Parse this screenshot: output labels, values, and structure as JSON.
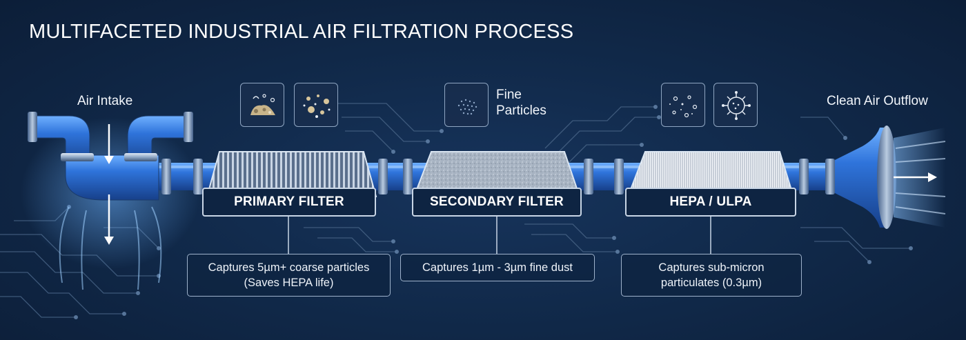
{
  "title": "MULTIFACETED INDUSTRIAL AIR FILTRATION PROCESS",
  "intake_label": "Air Intake",
  "outflow_label": "Clean Air Outflow",
  "fine_particles": [
    "Fine",
    "Particles"
  ],
  "stages": [
    {
      "label": "PRIMARY FILTER",
      "desc": [
        "Captures 5µm+ coarse particles",
        "(Saves HEPA life)"
      ]
    },
    {
      "label": "SECONDARY FILTER",
      "desc": [
        "Captures 1µm - 3µm fine dust"
      ]
    },
    {
      "label": "HEPA / ULPA",
      "desc": [
        "Captures sub-micron",
        "particulates (0.3µm)"
      ]
    }
  ],
  "icons": [
    "coarse-debris-icon",
    "dust-particles-icon",
    "fine-particles-icon",
    "sub-micron-particles-icon",
    "virus-icon"
  ],
  "colors": {
    "background": "#112a4b",
    "pipe": "#2d6fd8",
    "glow": "#5ea8ff",
    "text": "#ffffff"
  }
}
